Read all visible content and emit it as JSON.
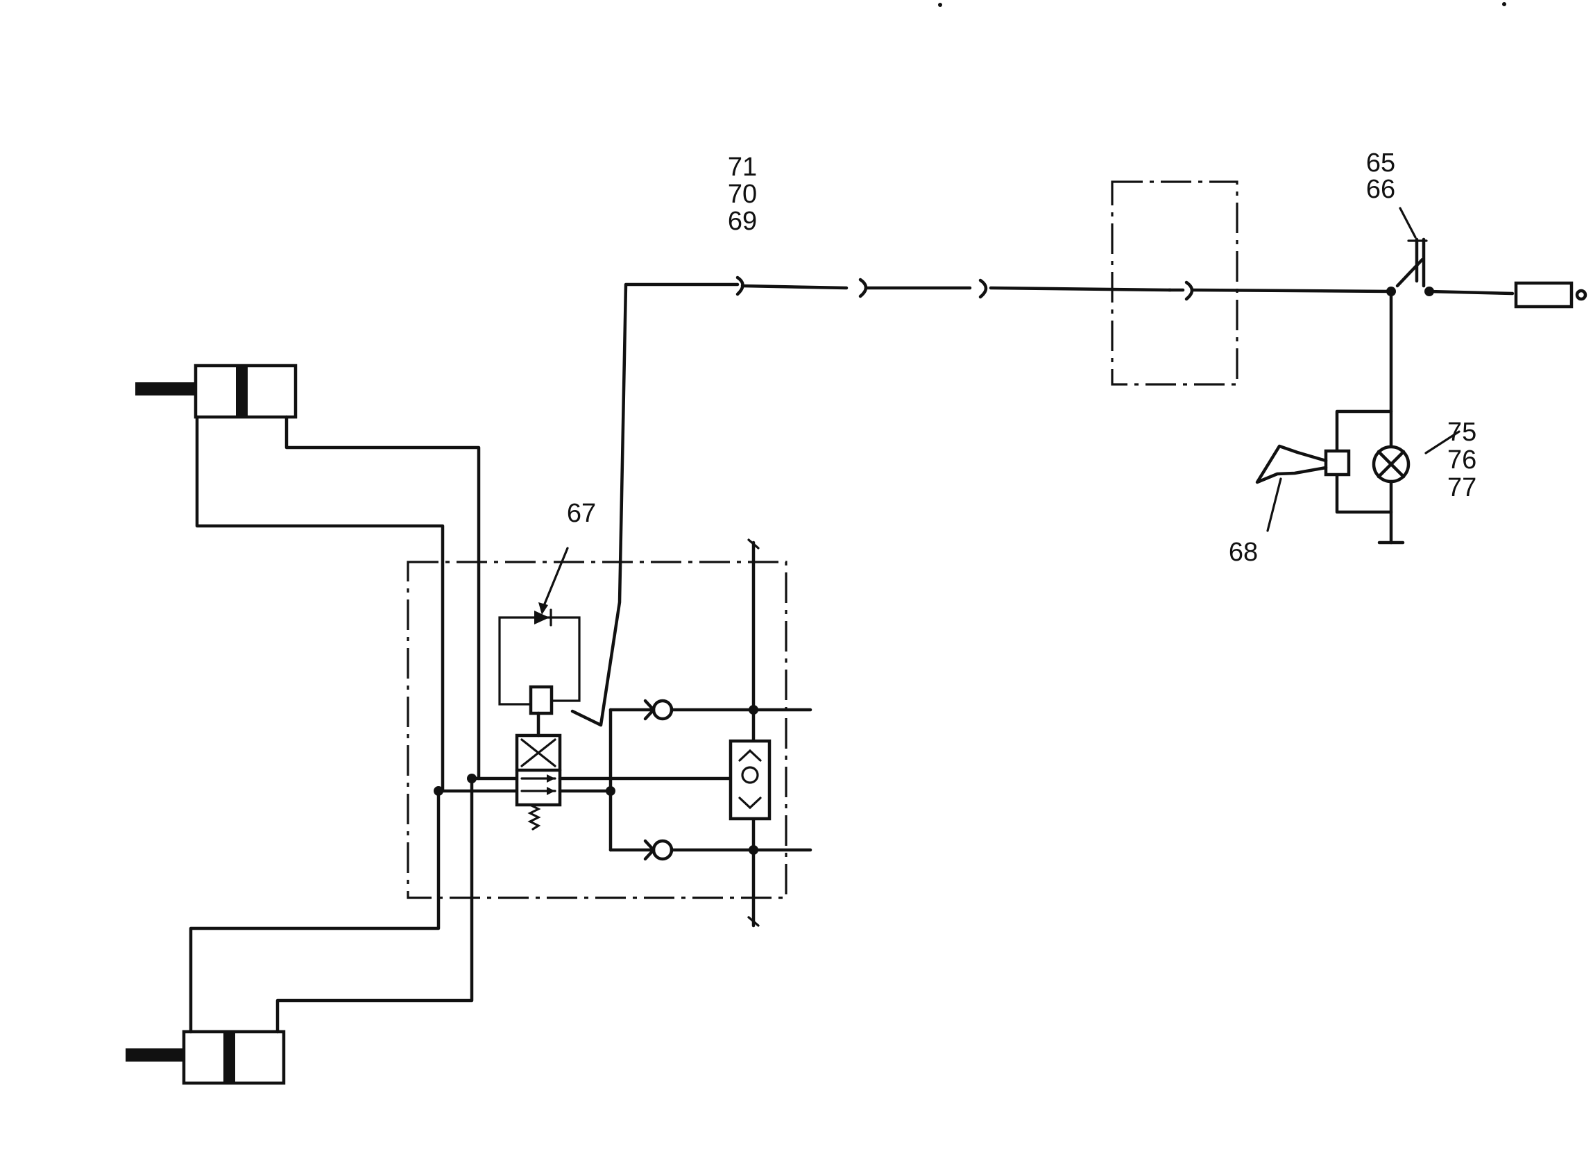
{
  "labels": {
    "l71": "71",
    "l70": "70",
    "l69": "69",
    "l65": "65",
    "l66": "66",
    "l67": "67",
    "l68": "68",
    "l75": "75",
    "l76": "76",
    "l77": "77"
  },
  "icons": {
    "cylinder": "hydraulic-cylinder-icon",
    "valve": "solenoid-valve-icon",
    "check_valve": "check-valve-icon",
    "shuttle": "shuttle-valve-icon",
    "diode": "diode-icon",
    "switch": "pressure-switch-icon",
    "lamp": "warning-lamp-icon",
    "horn": "horn-icon",
    "fuse": "fuse-icon",
    "ground": "ground-icon",
    "connector": "connector-icon"
  },
  "colors": {
    "ink": "#111111",
    "paper": "#ffffff"
  }
}
